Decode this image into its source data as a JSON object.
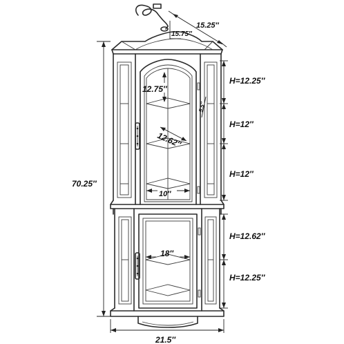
{
  "dimensions": {
    "top_depth": "15.25″",
    "top_side": "15.75″",
    "total_height": "70.25″",
    "base_width": "21.5″",
    "shelf_gap_1": "H=12.25″",
    "shelf_gap_2": "H=12″",
    "shelf_gap_3": "H=12″",
    "shelf_gap_4": "H=12.62″",
    "shelf_gap_5": "H=12.25″",
    "inner_height": "12.75″",
    "side_depth": "5.5″",
    "shelf_diagonal": "12.62″",
    "shelf_width_top": "10″",
    "shelf_width_bottom": "18″"
  },
  "colors": {
    "line": "#2a2a2a",
    "background": "#ffffff"
  },
  "icons": [
    "power-cord-icon",
    "door-handle-icon"
  ]
}
